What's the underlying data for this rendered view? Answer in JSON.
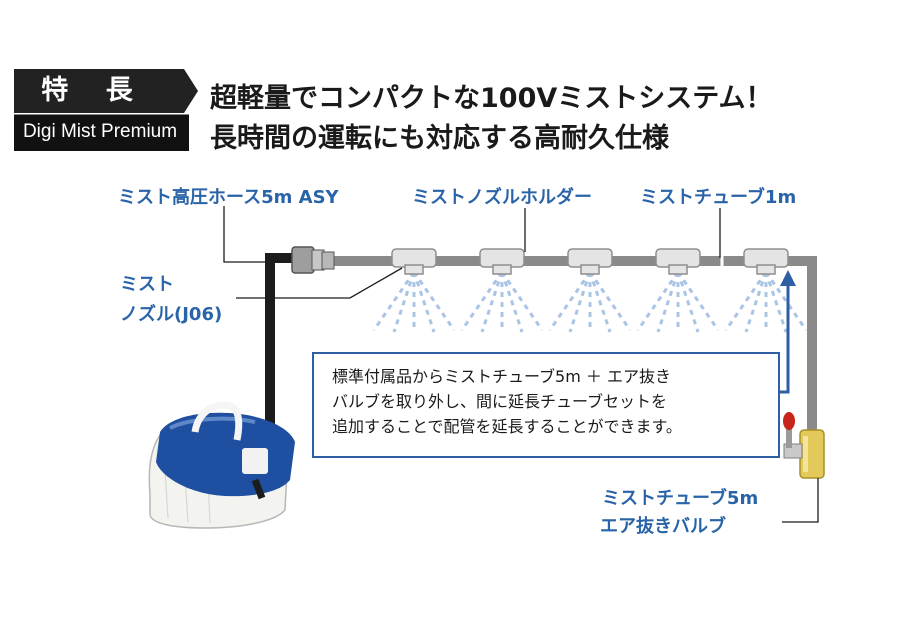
{
  "badge": {
    "title": "特 長",
    "subtitle": "Digi Mist Premium"
  },
  "headline": {
    "line1": "超軽量でコンパクトな100Vミストシステム！",
    "line2": "長時間の運転にも対応する高耐久仕様"
  },
  "labels": {
    "hose": "ミスト高圧ホース5m ASY",
    "holder": "ミストノズルホルダー",
    "tube1m": "ミストチューブ1m",
    "nozzle_line1": "ミスト",
    "nozzle_line2": "ノズル(J06)",
    "tube5m": "ミストチューブ5m",
    "valve": "エア抜きバルブ"
  },
  "note": {
    "line1": "標準付属品からミストチューブ5m ＋ エア抜き",
    "line2": "バルブを取り外し、間に延長チューブセットを",
    "line3": "追加することで配管を延長することができます。"
  },
  "colors": {
    "accent": "#2a64a8",
    "badge": "#222222",
    "pipe_dark": "#1c1c1c",
    "pipe_gray": "#8a8a8a",
    "pump_blue": "#1f4fa0",
    "spray": "#a9c4e4",
    "valve_brass": "#e3c95a",
    "valve_red": "#c8241c"
  }
}
